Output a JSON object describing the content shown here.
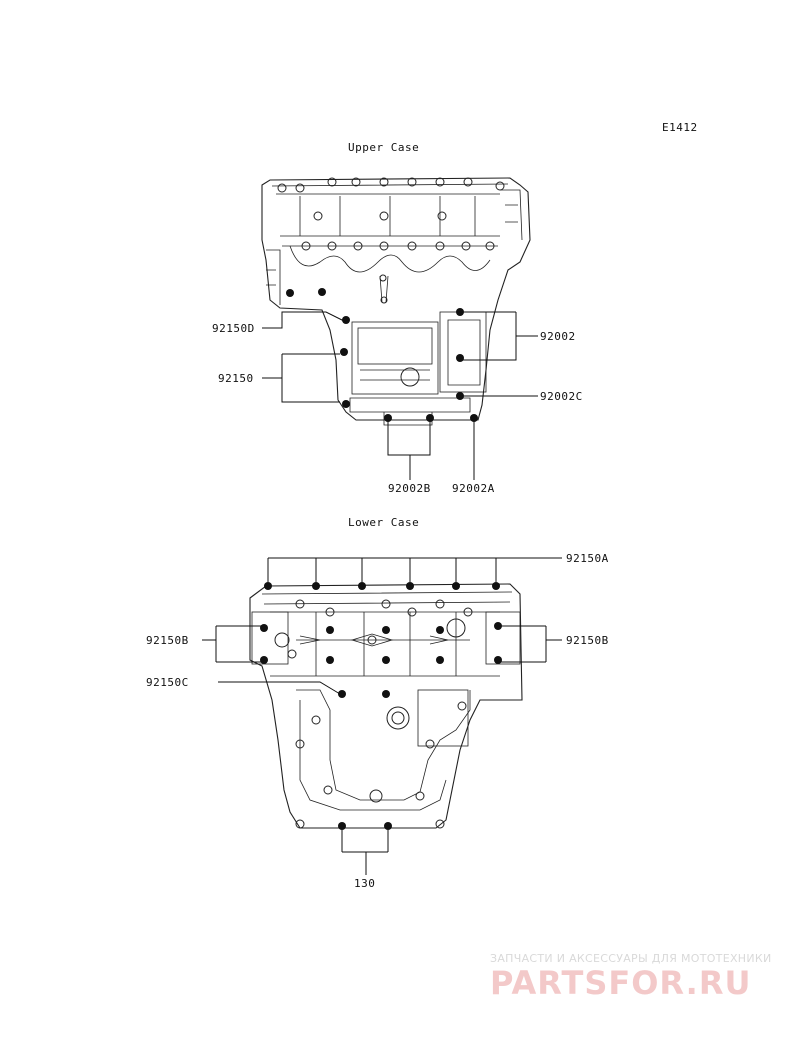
{
  "figure_code": "E1412",
  "upper_case": {
    "title": "Upper Case",
    "labels": {
      "p92150D": "92150D",
      "p92150": "92150",
      "p92002": "92002",
      "p92002C": "92002C",
      "p92002B": "92002B",
      "p92002A": "92002A"
    }
  },
  "lower_case": {
    "title": "Lower Case",
    "labels": {
      "p92150A": "92150A",
      "p92150B_left": "92150B",
      "p92150B_right": "92150B",
      "p92150C": "92150C",
      "p130": "130"
    }
  },
  "watermark": {
    "tagline": "ЗАПЧАСТИ И АКСЕССУАРЫ ДЛЯ МОТОТЕХНИКИ",
    "brand": "PARTSFOR.RU"
  }
}
